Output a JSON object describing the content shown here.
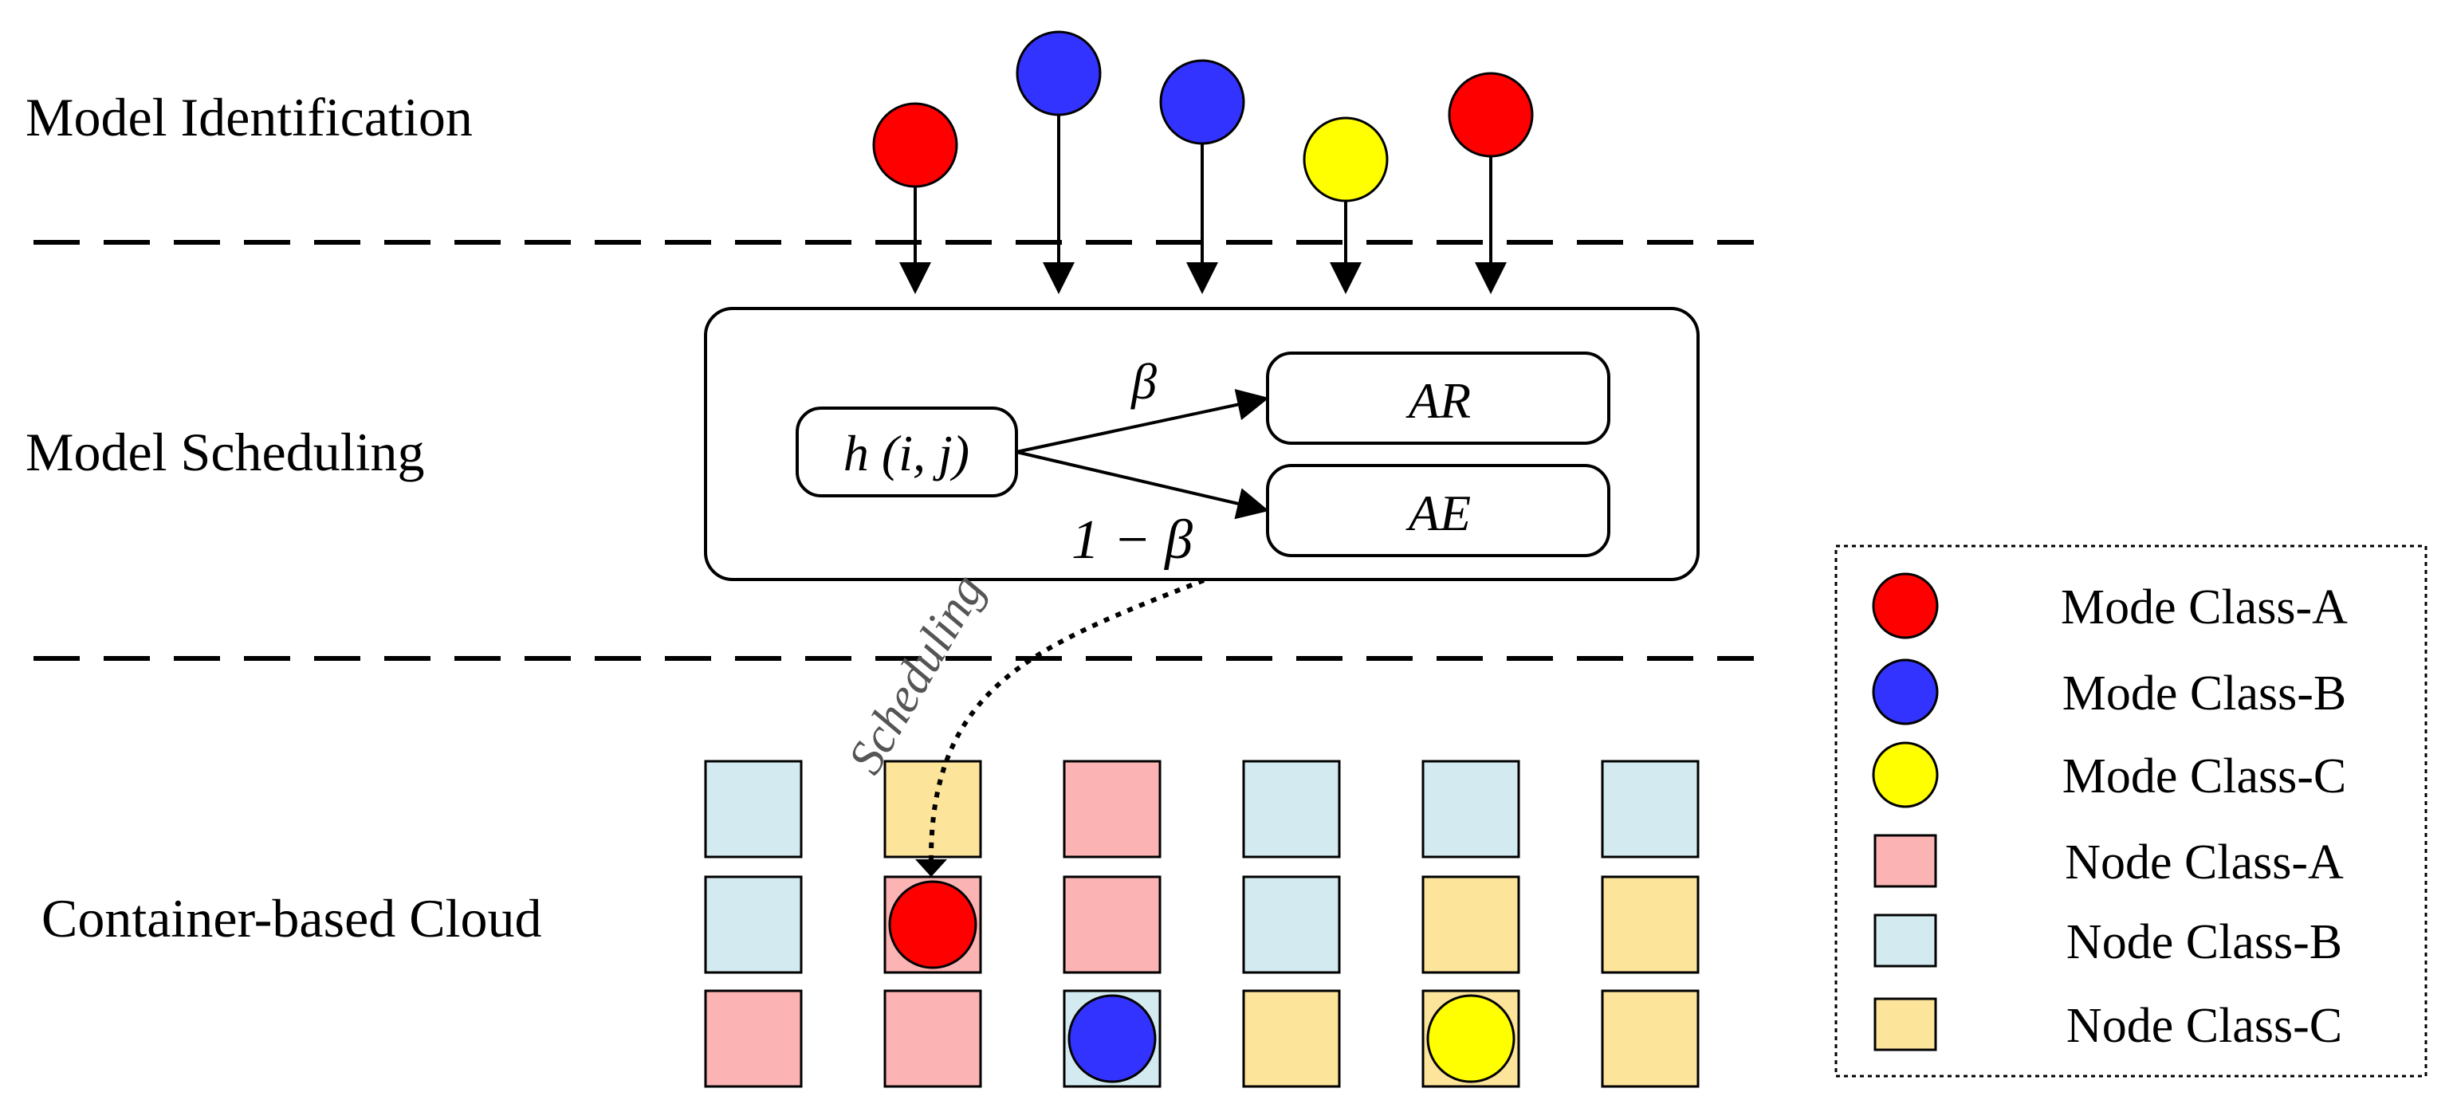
{
  "layers": {
    "identification": "Model Identification",
    "scheduling": "Model Scheduling",
    "cloud": "Container-based Cloud"
  },
  "scheduler": {
    "function_name": "h",
    "function_args": "(i, j)",
    "upper_target": "AR",
    "lower_target": "AE",
    "upper_weight": "β",
    "lower_weight": "1 − β"
  },
  "scheduling_arrow_label": "Scheduling",
  "incoming_models": [
    {
      "class": "A",
      "color": "#ff0000"
    },
    {
      "class": "B",
      "color": "#3333ff"
    },
    {
      "class": "B",
      "color": "#3333ff"
    },
    {
      "class": "C",
      "color": "#ffff00"
    },
    {
      "class": "A",
      "color": "#ff0000"
    }
  ],
  "cloud_grid": [
    [
      "B",
      "C",
      "A",
      "B",
      "B",
      "B"
    ],
    [
      "B",
      "A",
      "A",
      "B",
      "C",
      "C"
    ],
    [
      "A",
      "A",
      "B",
      "C",
      "C",
      "C"
    ]
  ],
  "placed_models": [
    {
      "row": 1,
      "col": 1,
      "class": "A"
    },
    {
      "row": 2,
      "col": 2,
      "class": "B"
    },
    {
      "row": 2,
      "col": 4,
      "class": "C"
    }
  ],
  "colors": {
    "mode_A": "#ff0000",
    "mode_B": "#3333ff",
    "mode_C": "#ffff00",
    "node_A": "#fcb3b3",
    "node_B": "#d3ebf0",
    "node_C": "#fde49b"
  },
  "legend": [
    {
      "kind": "mode",
      "class": "A",
      "label": "Mode Class-A"
    },
    {
      "kind": "mode",
      "class": "B",
      "label": "Mode Class-B"
    },
    {
      "kind": "mode",
      "class": "C",
      "label": "Mode Class-C"
    },
    {
      "kind": "node",
      "class": "A",
      "label": "Node Class-A"
    },
    {
      "kind": "node",
      "class": "B",
      "label": "Node Class-B"
    },
    {
      "kind": "node",
      "class": "C",
      "label": "Node Class-C"
    }
  ]
}
